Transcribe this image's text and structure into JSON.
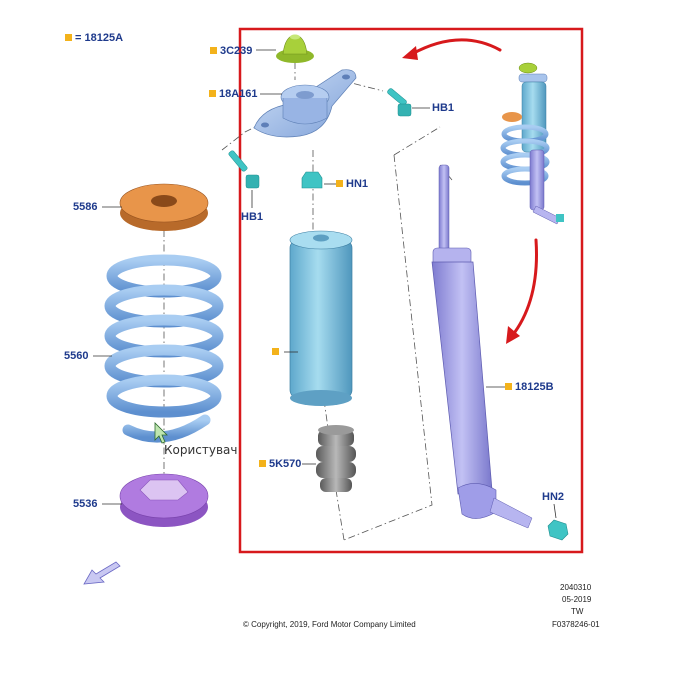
{
  "legend": {
    "text": "= 18125A",
    "marker_color": "#f3b21b"
  },
  "callouts": {
    "c3c239": "3C239",
    "c18a161": "18A161",
    "hb1_right": "HB1",
    "hb1_left": "HB1",
    "hn1": "HN1",
    "p5586": "5586",
    "p5560": "5560",
    "p5536": "5536",
    "p5k570": "5K570",
    "p18125b": "18125B",
    "hn2": "HN2"
  },
  "tooltip": {
    "text": "Користувач"
  },
  "footer": {
    "copyright": "© Copyright, 2019, Ford Motor Company Limited",
    "code1": "2040310",
    "date": "05-2019",
    "region": "TW",
    "figure_id": "F0378246-01"
  },
  "colors": {
    "highlight_frame": "#d7191c",
    "callout_text": "#1e3a8c",
    "marker": "#f3b21b",
    "spring": "#7fb0e4",
    "seat_upper": "#e8954a",
    "seat_lower": "#b07be0",
    "shock": "#9d9be6",
    "fastener": "#3fc4c4",
    "cap": "#a8d03a"
  },
  "icons": [
    "mouse-cursor-icon",
    "arrow-down-left-icon",
    "rotate-arrow-icon"
  ]
}
